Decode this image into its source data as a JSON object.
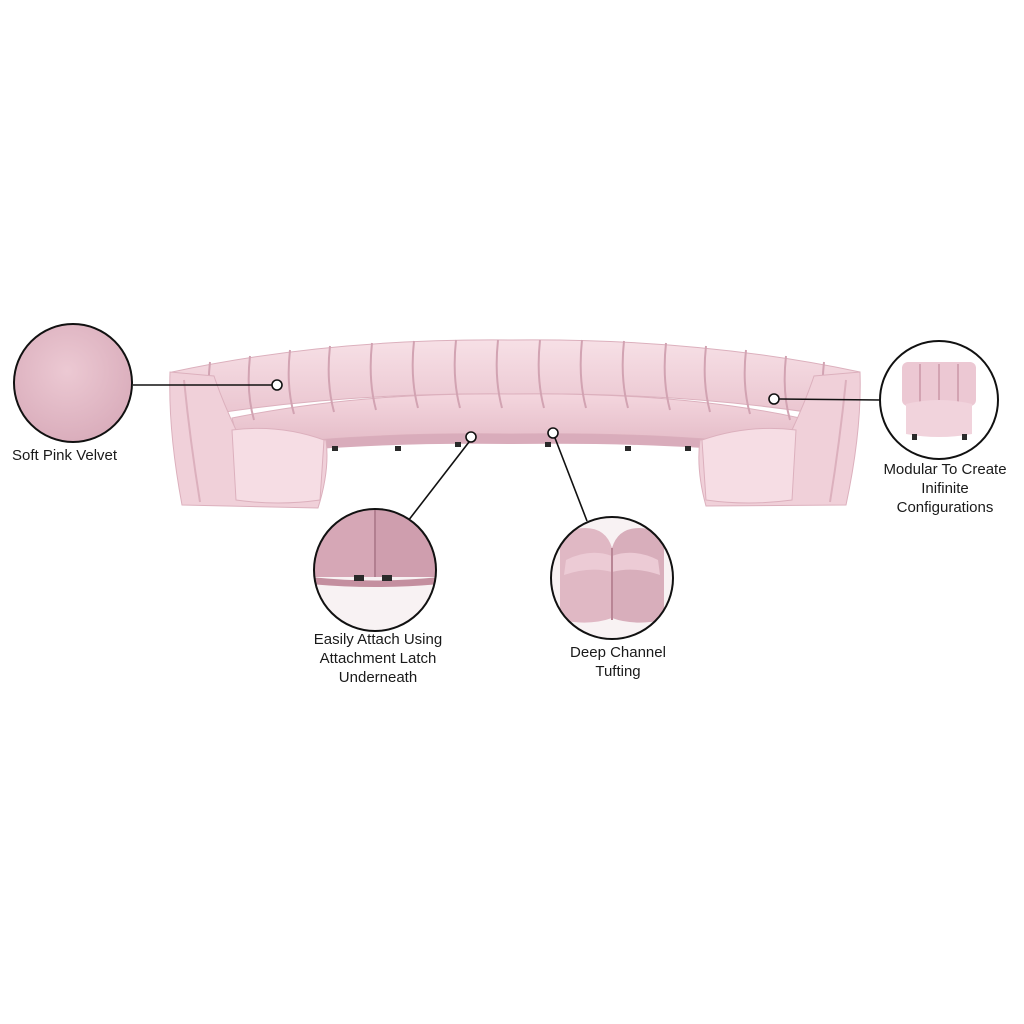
{
  "callouts": {
    "velvet": {
      "lines": [
        "Soft Pink Velvet"
      ]
    },
    "latch": {
      "lines": [
        "Easily Attach Using",
        "Attachment Latch",
        "Underneath"
      ]
    },
    "tufting": {
      "lines": [
        "Deep Channel",
        "Tufting"
      ]
    },
    "modular": {
      "lines": [
        "Modular To Create",
        "Inifinite",
        "Configurations"
      ]
    }
  },
  "colors": {
    "velvet": "#f2d5dd",
    "velvet_shadow": "#e0b6c3",
    "velvet_dark": "#c996a6",
    "line": "#111111"
  }
}
